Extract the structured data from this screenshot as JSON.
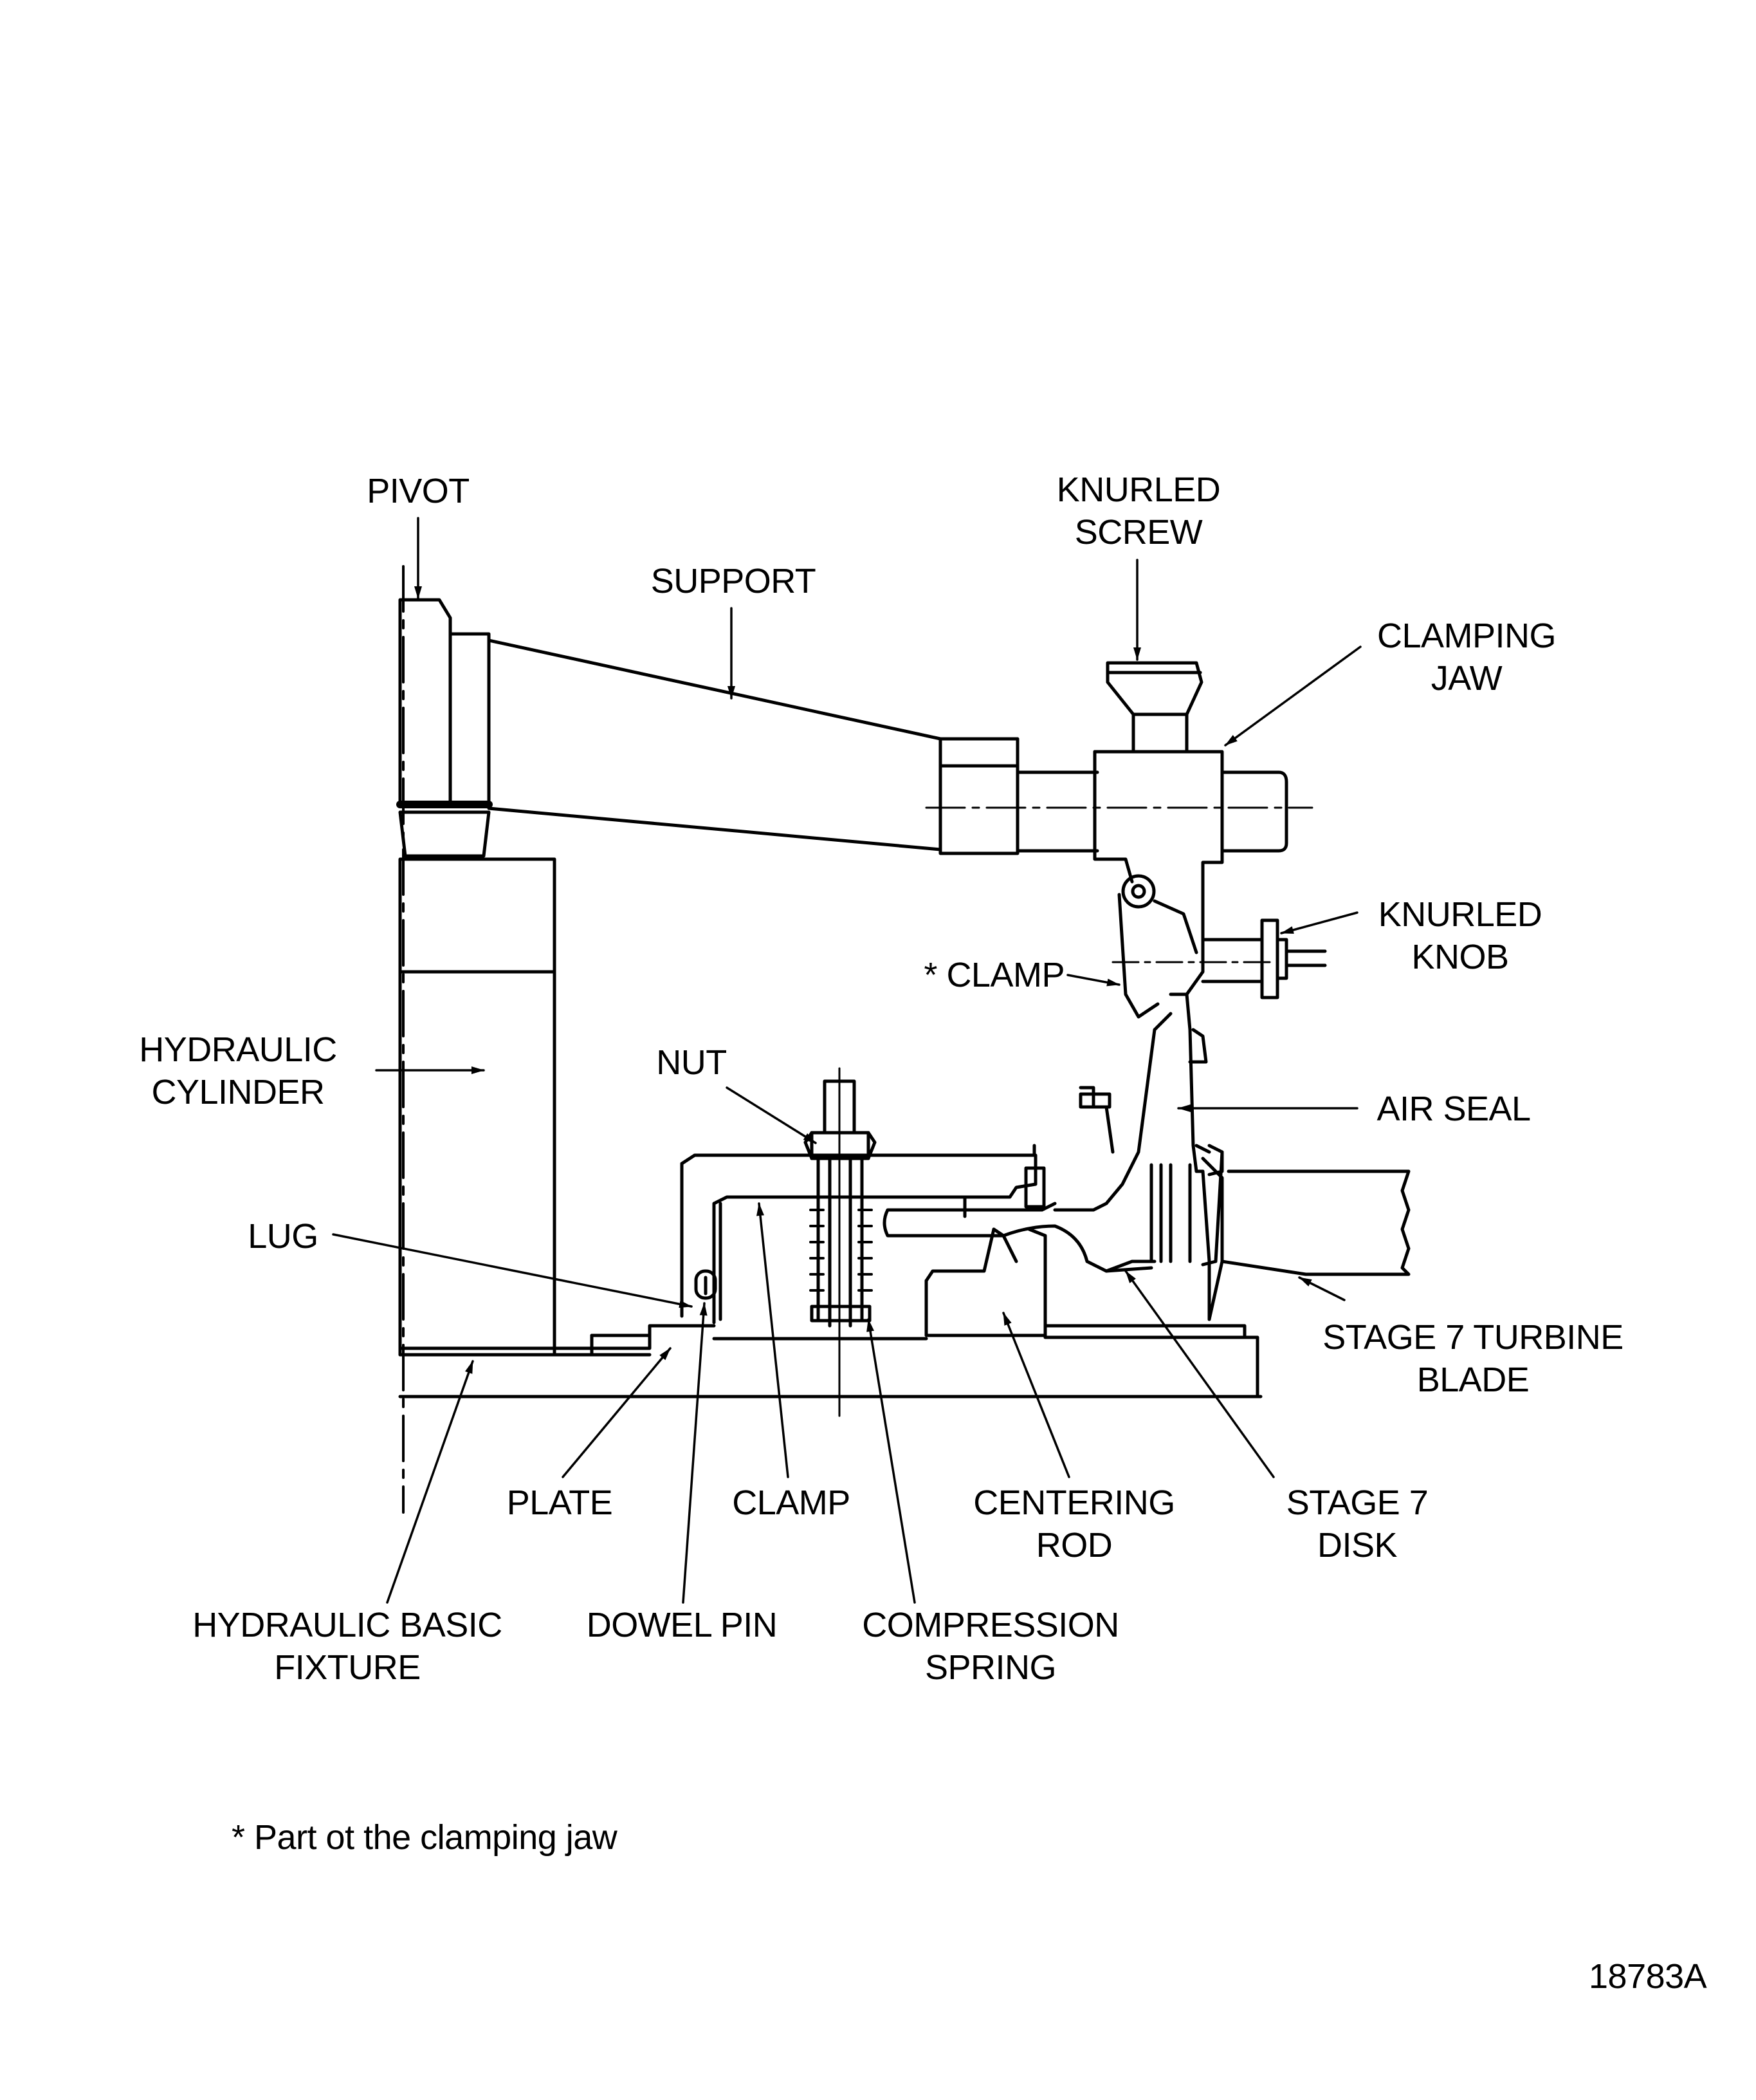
{
  "labels": {
    "pivot": "PIVOT",
    "support": "SUPPORT",
    "knurled_screw": [
      "KNURLED",
      "SCREW"
    ],
    "clamping_jaw": [
      "CLAMPING",
      "JAW"
    ],
    "knurled_knob": [
      "KNURLED",
      "KNOB"
    ],
    "clamp_star": "* CLAMP",
    "hydraulic_cylinder": [
      "HYDRAULIC",
      "CYLINDER"
    ],
    "nut": "NUT",
    "air_seal": "AIR SEAL",
    "lug": "LUG",
    "stage7_turbine_blade": [
      "STAGE 7 TURBINE",
      "BLADE"
    ],
    "plate": "PLATE",
    "clamp": "CLAMP",
    "centering_rod": [
      "CENTERING",
      "ROD"
    ],
    "stage7_disk": [
      "STAGE 7",
      "DISK"
    ],
    "hydraulic_basic_fixture": [
      "HYDRAULIC BASIC",
      "FIXTURE"
    ],
    "dowel_pin": "DOWEL PIN",
    "compression_spring": [
      "COMPRESSION",
      "SPRING"
    ]
  },
  "footnote": "* Part ot the clamping jaw",
  "figure_id": "18783A"
}
